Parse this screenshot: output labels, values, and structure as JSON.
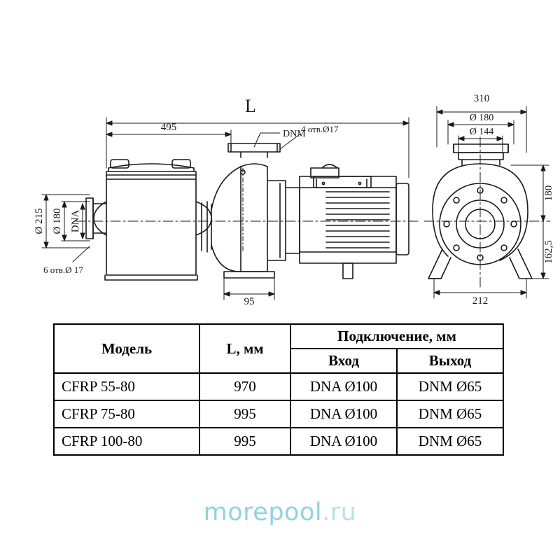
{
  "drawing": {
    "title_symbol": "L",
    "dimensions": {
      "overall_length": "495",
      "width_310": "310",
      "diam_180_top": "Ø 180",
      "diam_144": "Ø 144",
      "height_180": "180",
      "height_162_5": "162,5",
      "base_212": "212",
      "foot_95": "95",
      "diam_215": "Ø 215",
      "diam_180_left": "Ø 180",
      "dna_label": "DNA",
      "dnm_label": "DNM",
      "holes_4": "4 отв.Ø17",
      "holes_6": "6 отв.Ø 17"
    }
  },
  "table": {
    "headers": {
      "model": "Модель",
      "length": "L, мм",
      "connection": "Подключение, мм",
      "inlet": "Вход",
      "outlet": "Выход"
    },
    "rows": [
      {
        "model": "CFRP 55-80",
        "length": "970",
        "inlet": "DNA Ø100",
        "outlet": "DNM Ø65"
      },
      {
        "model": "CFRP 75-80",
        "length": "995",
        "inlet": "DNA Ø100",
        "outlet": "DNM Ø65"
      },
      {
        "model": "CFRP 100-80",
        "length": "995",
        "inlet": "DNA Ø100",
        "outlet": "DNM Ø65"
      }
    ]
  },
  "watermark": {
    "part1": "more",
    "part2": "pool",
    "part3": ".ru"
  }
}
